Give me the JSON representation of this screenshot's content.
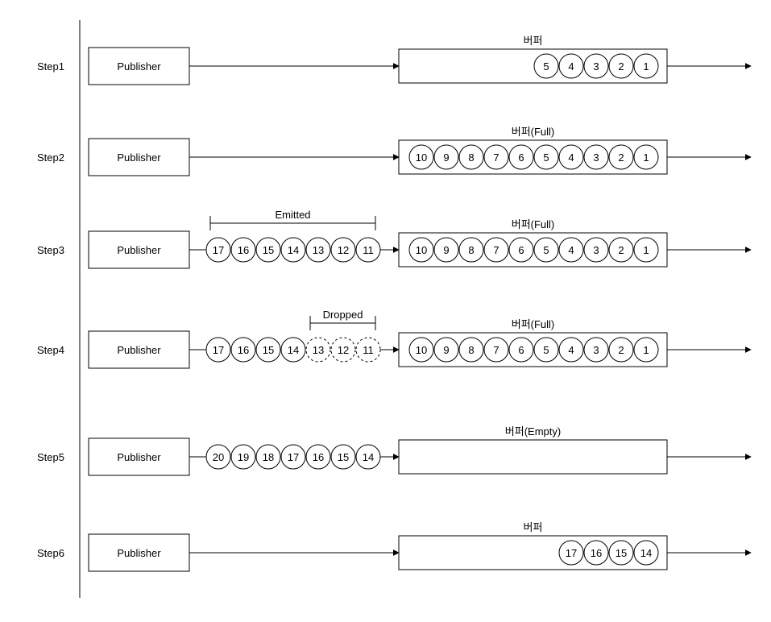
{
  "publisher_label": "Publisher",
  "buffer_dropped_label": "Dropped",
  "steps": [
    {
      "label": "Step1",
      "buffer_title": "버퍼",
      "incoming": [],
      "buffer_items": [
        "5",
        "4",
        "3",
        "2",
        "1"
      ],
      "bracket": null
    },
    {
      "label": "Step2",
      "buffer_title": "버퍼(Full)",
      "incoming": [],
      "buffer_items": [
        "10",
        "9",
        "8",
        "7",
        "6",
        "5",
        "4",
        "3",
        "2",
        "1"
      ],
      "bracket": null
    },
    {
      "label": "Step3",
      "buffer_title": "버퍼(Full)",
      "incoming": [
        {
          "value": "17",
          "dashed": false
        },
        {
          "value": "16",
          "dashed": false
        },
        {
          "value": "15",
          "dashed": false
        },
        {
          "value": "14",
          "dashed": false
        },
        {
          "value": "13",
          "dashed": false
        },
        {
          "value": "12",
          "dashed": false
        },
        {
          "value": "11",
          "dashed": false
        }
      ],
      "buffer_items": [
        "10",
        "9",
        "8",
        "7",
        "6",
        "5",
        "4",
        "3",
        "2",
        "1"
      ],
      "bracket": {
        "label": "Emitted",
        "first": 0,
        "last": 6
      }
    },
    {
      "label": "Step4",
      "buffer_title": "버퍼(Full)",
      "incoming": [
        {
          "value": "17",
          "dashed": false
        },
        {
          "value": "16",
          "dashed": false
        },
        {
          "value": "15",
          "dashed": false
        },
        {
          "value": "14",
          "dashed": false
        },
        {
          "value": "13",
          "dashed": true
        },
        {
          "value": "12",
          "dashed": true
        },
        {
          "value": "11",
          "dashed": true
        }
      ],
      "buffer_items": [
        "10",
        "9",
        "8",
        "7",
        "6",
        "5",
        "4",
        "3",
        "2",
        "1"
      ],
      "bracket": {
        "label": "Dropped",
        "first": 4,
        "last": 6
      }
    },
    {
      "label": "Step5",
      "buffer_title": "버퍼(Empty)",
      "incoming": [
        {
          "value": "20",
          "dashed": false
        },
        {
          "value": "19",
          "dashed": false
        },
        {
          "value": "18",
          "dashed": false
        },
        {
          "value": "17",
          "dashed": false
        },
        {
          "value": "16",
          "dashed": false
        },
        {
          "value": "15",
          "dashed": false
        },
        {
          "value": "14",
          "dashed": false
        }
      ],
      "buffer_items": [],
      "bracket": null
    },
    {
      "label": "Step6",
      "buffer_title": "버퍼",
      "incoming": [],
      "buffer_items": [
        "17",
        "16",
        "15",
        "14"
      ],
      "bracket": null
    }
  ]
}
